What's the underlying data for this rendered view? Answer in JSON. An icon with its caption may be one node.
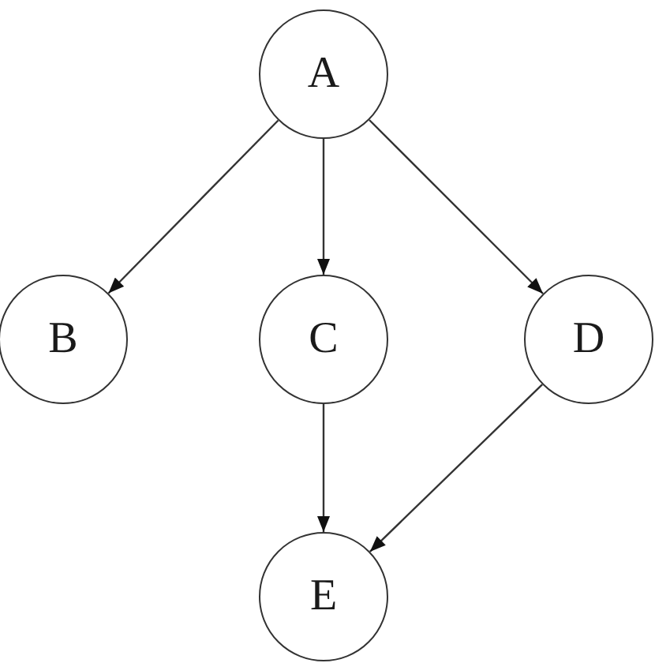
{
  "diagram": {
    "nodes": [
      {
        "text": [
          "A"
        ]
      },
      {
        "text": [
          "B"
        ]
      },
      {
        "text": [
          "C"
        ]
      },
      {
        "text": [
          "D"
        ]
      },
      {
        "text": [
          "E"
        ]
      }
    ],
    "edges": [
      {
        "from": 0,
        "to": 1,
        "arrow": "to"
      },
      {
        "from": 0,
        "to": 2,
        "arrow": "to"
      },
      {
        "from": 0,
        "to": 3,
        "arrow": "to"
      },
      {
        "from": 2,
        "to": 4,
        "arrow": "to"
      },
      {
        "from": 3,
        "to": 4,
        "arrow": "to"
      }
    ]
  }
}
